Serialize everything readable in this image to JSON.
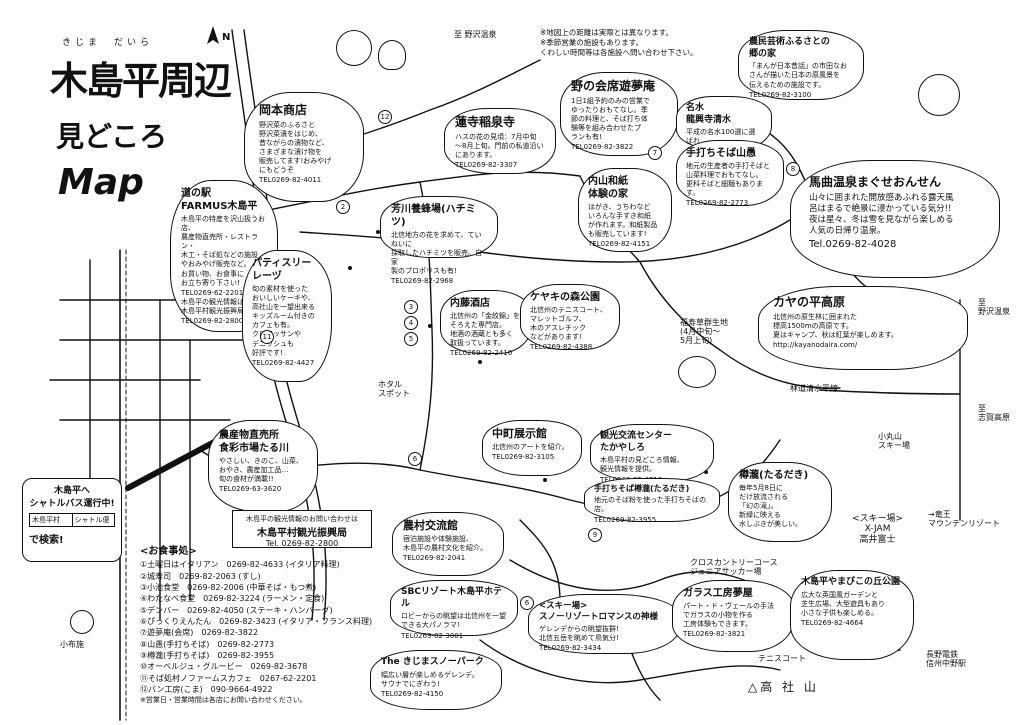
{
  "title": {
    "ruby": "きじま　だいら",
    "main": "木島平周辺",
    "sub": "見どころ",
    "map": "Map"
  },
  "notes": "※地図上の距離は実際とは異なります。\n※季節営業の施設もあります。\nくわしい時間等は各施設へ問い合わせ下さい。",
  "compass": "N",
  "colors": {
    "ink": "#111111",
    "paper": "#ffffff"
  },
  "spots": {
    "okamoto": {
      "title": "岡本商店",
      "desc": "野沢菜のふるさと\n野沢菜漬をはじめ、\n昔ながらの漬物など、\nさまざまな漬け物を\n販売してます!おみやげ\nにもどうぞ",
      "tel": "TEL0269-82-4011"
    },
    "michinoeki": {
      "title": "道の駅\nFARMUS木島平",
      "desc": "木島平の特産を沢山扱うお店、\n農産物直売所・レストラン・\n木工・そば処などの施設\nやおみやげ販売など。\nお買い物、お食事に\nお立ち寄り下さい!",
      "tel": "TEL0269-62-2201",
      "desc2": "木島平の観光情報は\n木島平村観光振興局へ",
      "tel2": "TEL0269-82-2800"
    },
    "rezu": {
      "title": "パティスリー\nレーヅ",
      "desc": "旬の素材を使った\nおいしいケーキや、\n高社山を一望出来る\nキッズルーム付きの\nカフェも有。\nクロワッサンや\nデニッシュも\n好評です!",
      "tel": "TEL0269-82-4427"
    },
    "taru": {
      "title": "農産物直売所\n食彩市場たる川",
      "desc": "やさしい、きのこ、山菜、\nおやき、農産加工品…\n旬の食材が満載!!",
      "tel": "TEL0269-63-3620"
    },
    "yumeian": {
      "title": "野の会席遊夢庵",
      "desc": "1日1組予約のみの営業で\nゆったりおもてなし。季\n節の料理と、そば打ち体\n験等を組み合わせたプ\nランも有!",
      "tel": "TEL0269-82-3822"
    },
    "inarizushi": {
      "title": "蓮寺稲泉寺",
      "desc": "ハスの花の見頃：7月中旬\n〜8月上旬。門前の私道沿い\nにあります。",
      "tel": "TEL0269-82-3307"
    },
    "hachimitsu": {
      "title": "芳川養蜂場(ハチミツ)",
      "desc": "北信地方の花を求めて、ていねいに\n採取したハチミツを販売。自家\n製のプロポリスも有!",
      "tel": "TEL0269-82-2968"
    },
    "uchiyama": {
      "title": "内山和紙\n体験の家",
      "desc": "はがき、うちわなど\nいろんな手すき和紙\nが作れます。和紙製品\nも販売しています!",
      "tel": "TEL0269-82-4151"
    },
    "naitou": {
      "title": "内藤酒店",
      "desc": "北信州の「金紋錦」を\nそろえた専門店。\n地酒の酒蔵とも多く\n取扱っています。",
      "tel": "TEL0269-82-2410"
    },
    "keyaki": {
      "title": "ケヤキの森公園",
      "desc": "北信州のテニスコート、\nマレットゴルフ、\n木のアスレチック\nなどがあります!",
      "tel": "TEL0269-82-4388"
    },
    "meisui": {
      "title": "名水\n龍興寺清水",
      "desc": "平成の名水100選に選ばれ\nた清水です。"
    },
    "sangu": {
      "title": "手打ちそば山愚",
      "desc": "地元の生産者の手打そばと\n山菜料理でおもてなし。\n更科そばと細麺もあります。",
      "tel": "TEL0269-82-2773"
    },
    "nakamachi": {
      "title": "中町展示館",
      "desc": "北信州のアートを紹介。",
      "tel": "TEL0269-82-3105"
    },
    "takayashiro": {
      "title": "観光交流センター\nたかやしろ",
      "desc": "木島平村の見どころ情報、\n観光情報を提供。",
      "tel": "TEL0269-82-4710"
    },
    "nakaba": {
      "title": "手打ちそば樽瀧(たるだき)",
      "desc": "地元のそば粉を使った手打ちそばの店。",
      "tel": "TEL0269-82-3955"
    },
    "sato": {
      "title": "農民芸術ふるさとの\n郷の家",
      "desc": "「まんが日本昔話」の市田なお\nさんが描いた日本の原風景を\n伝えるための施設です。",
      "tel": "TEL0269-82-3100"
    },
    "magari": {
      "title": "馬曲温泉まぐせおんせん",
      "desc": "山々に囲まれた開放感あふれる露天風\n呂はまるで絶景に浸かっている気分!!\n夜は星々、冬は雪を見ながら楽しめる\n人気の日帰り温泉。",
      "tel": "Tel.0269-82-4028"
    },
    "kaya": {
      "title": "カヤの平高原",
      "desc": "北信州の原生林に囲まれた\n標高1500mの高原です。\n夏はキャンプ、秋は紅葉が楽しめます。",
      "tel": "http://kayanodaira.com/"
    },
    "taruki": {
      "title": "樽瀧(たるだき)",
      "desc": "毎年5月8日に\nだけ放流される\n「幻の滝」。\n新緑に映える\n水しぶきが美しい。"
    },
    "noson": {
      "title": "農村交流館",
      "desc": "宿泊施設や体験施設、\n木島平の農村文化を紹介。",
      "tel": "TEL0269-82-2041"
    },
    "sbc": {
      "title": "SBCリゾート木島平ホテル",
      "desc": "ロビーからの眺望は北信州を一望\nできる大パノラマ!",
      "tel": "TEL0269-82-3001"
    },
    "romance": {
      "title": "<スキー場>\nスノーリゾートロマンスの神様",
      "desc": "ゲレンデからの眺望抜群!\n北信五岳を眺めて鳥気分!",
      "tel": "TEL0269-82-3434"
    },
    "yumeya": {
      "title": "ガラス工房夢屋",
      "desc": "パート・ド・ヴェールの手法\nでガラスの小物を作る\n工房体験もできます。",
      "tel": "TEL0269-82-3821"
    },
    "kijimasnow": {
      "title": "The きじまスノーパーク",
      "desc": "幅広い層が楽しめるゲレンデ。\nサウナでにぎわう!",
      "tel": "TEL0269-82-4150"
    },
    "yamabiko": {
      "title": "木島平やまびこの丘公園",
      "desc": "広大な英国風ガーデンと\n芝生広場、大型遊具もあり\n小さな子供も楽しめる。",
      "tel": "TEL0269-82-4664"
    },
    "xjam": {
      "title": "<スキー場>\nX-JAM\n高井富士"
    }
  },
  "labels": {
    "nozawa_onsen": "至 野沢温泉",
    "shuttle": "木島平へ\nシャトルバス運行中!",
    "shuttle_tab1": "木島平村",
    "shuttle_tab2": "シャトル便",
    "shuttle_search": "で検索!",
    "info_note": "木島平の観光情報のお問い合わせは",
    "info_org": "木島平村観光振興局",
    "info_tel": "Tel. 0269-82-2800",
    "mountain": "△高 社 山",
    "ryuoo": "→竜王\nマウンテンリゾート",
    "tennis": "テニスコート",
    "kodaira": "小丸山\nスキー場",
    "hotaru": "ホタル\nスポット",
    "ikuyoda": "至\n野沢温泉",
    "kazaguruma": "福寿草群生地\n(4月中旬〜\n5月上旬)",
    "rindou": "林道清水平線",
    "cross": "クロスカントリーコース\nジュニアサッカー場",
    "to_shiga": "至\n志賀高原",
    "kohou": "小布施",
    "nagano": "長野電鉄\n信州中野駅"
  },
  "dining": {
    "heading": "<お食事処>",
    "items": [
      "①土曜日はイタリアン　0269-82-4633 (イタリア料理)",
      "②城寿司　0269-82-2063 (すし)",
      "③小池食堂　0269-82-2006 (中華そば・もつ煮)",
      "④わたなべ食堂　0269-82-3224 (ラーメン・定食)",
      "⑤デンバー　0269-82-4050 (ステーキ・ハンバーグ)",
      "⑥ぴっくりえんたん　0269-82-3423 (イタリア・フランス料理)",
      "⑦遊夢庵(会席)　0269-82-3822",
      "⑧山愚(手打ちそば)　0269-82-2773",
      "⑨樽瀧(手打ちそば)　0269-82-3955",
      "⑩オーベルジュ・グルービー　0269-82-3678",
      "⑪そば処村ノファームスカフェ　0267-62-2201",
      "⑫パン工房(こま)　090-9664-4922"
    ],
    "footer": "※営業日・営業時間は各店にお問い合わせください。"
  }
}
